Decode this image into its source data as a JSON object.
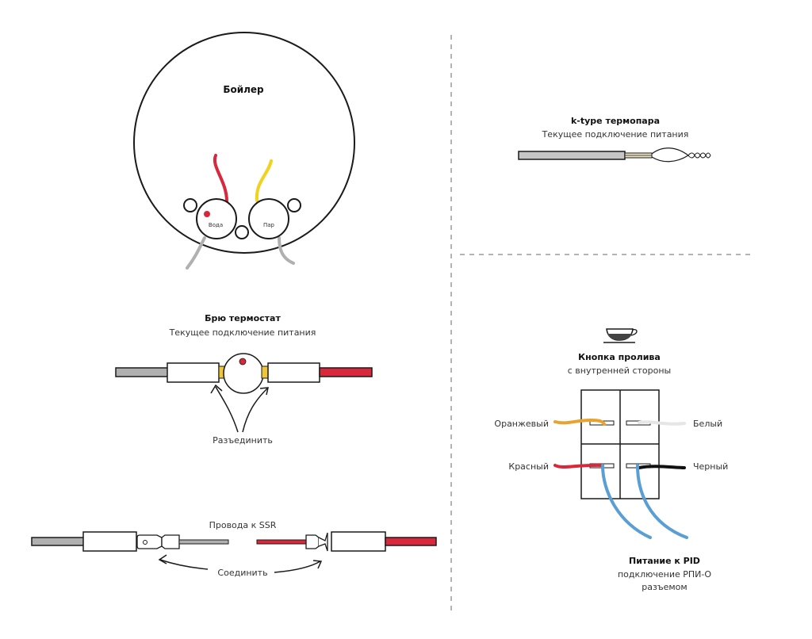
{
  "colors": {
    "outline": "#1a1a1a",
    "divider": "#b3b3b3",
    "red": "#d9283c",
    "yellow": "#f2d21d",
    "gray": "#b0b0b0",
    "orange": "#e8a22d",
    "white_wire": "#e6e6e6",
    "black_wire": "#111111",
    "blue": "#5a9fd4",
    "connector_yellow": "#efc53a",
    "cup_fill": "#444444"
  },
  "boiler": {
    "title": "Бойлер",
    "left_port_label": "Вода",
    "right_port_label": "Пар"
  },
  "thermocouple": {
    "title": "k-type термопара",
    "subtitle": "Текущее подключение питания"
  },
  "brew_thermostat": {
    "title": "Брю термостат",
    "subtitle": "Текущее подключение питания",
    "action_label": "Разъединить"
  },
  "ssr_wires": {
    "title": "Провода к SSR",
    "action_label": "Соединить"
  },
  "brew_button": {
    "icon": "coffee-cup-icon",
    "title": "Кнопка пролива",
    "subtitle": "с внутренней стороны",
    "wire_labels": {
      "orange": "Оранжевый",
      "white": "Белый",
      "red": "Красный",
      "black": "Черный"
    }
  },
  "pid_power": {
    "title": "Питание к PID",
    "subtitle_line1": "подключение РПИ-О",
    "subtitle_line2": "разъемом"
  }
}
